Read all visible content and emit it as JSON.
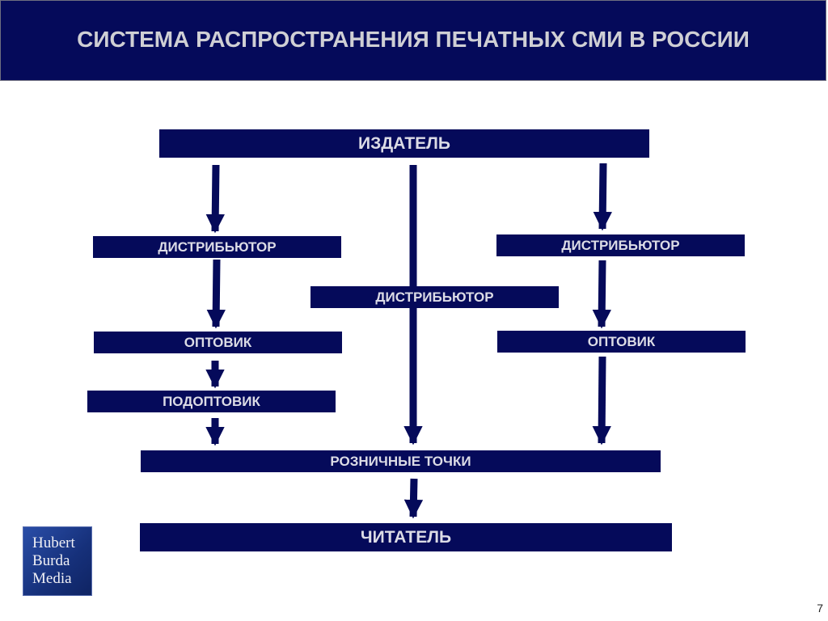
{
  "header": {
    "title": "СИСТЕМА РАСПРОСТРАНЕНИЯ ПЕЧАТНЫХ СМИ В РОССИИ"
  },
  "diagram": {
    "publisher": "ИЗДАТЕЛЬ",
    "distributor_left": "ДИСТРИБЬЮТОР",
    "distributor_center": "ДИСТРИБЬЮТОР",
    "distributor_right": "ДИСТРИБЬЮТОР",
    "wholesaler_left": "ОПТОВИК",
    "wholesaler_right": "ОПТОВИК",
    "subwholesaler": "ПОДОПТОВИК",
    "retail_points": "РОЗНИЧНЫЕ ТОЧКИ",
    "reader": "ЧИТАТЕЛЬ"
  },
  "logo": {
    "line1": "Hubert",
    "line2": "Burda",
    "line3": "Media"
  },
  "page_number": "7",
  "colors": {
    "box_fill": "#050a5a",
    "box_text": "#dcdce6",
    "header_text": "#cfcfd4"
  }
}
